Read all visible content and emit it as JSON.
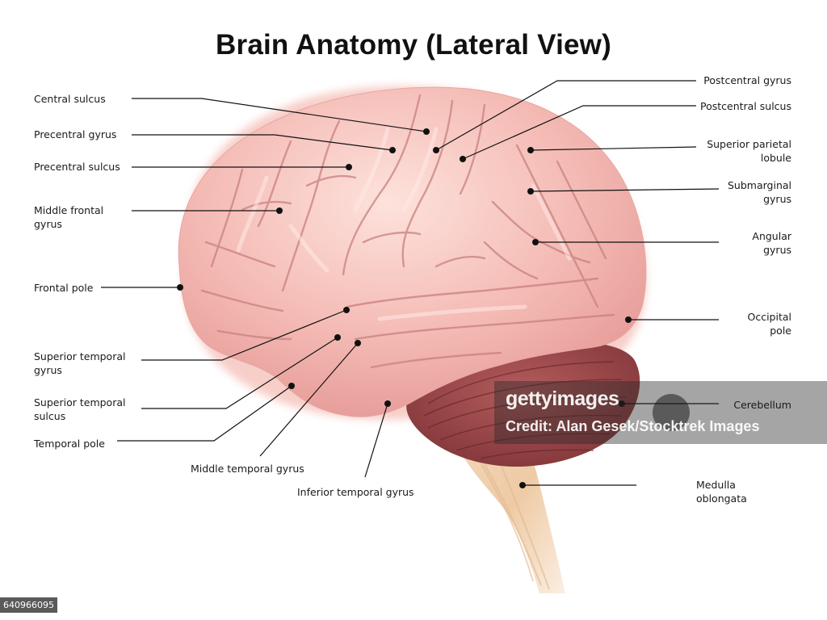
{
  "title": "Brain Anatomy (Lateral View)",
  "labels": {
    "central_sulcus": "Central sulcus",
    "precentral_gyrus": "Precentral gyrus",
    "precentral_sulcus": "Precentral sulcus",
    "middle_frontal_gyrus": "Middle frontal\ngyrus",
    "frontal_pole": "Frontal pole",
    "superior_temporal_gyrus": "Superior temporal\ngyrus",
    "superior_temporal_sulcus": "Superior temporal\nsulcus",
    "temporal_pole": "Temporal pole",
    "middle_temporal_gyrus": "Middle temporal gyrus",
    "inferior_temporal_gyrus": "Inferior temporal gyrus",
    "postcentral_gyrus": "Postcentral gyrus",
    "postcentral_sulcus": "Postcentral sulcus",
    "superior_parietal_lobule": "Superior parietal\nlobule",
    "submarginal_gyrus": "Submarginal\ngyrus",
    "angular_gyrus": "Angular\ngyrus",
    "occipital_pole": "Occipital\npole",
    "cerebellum": "Cerebellum",
    "medulla_oblongata": "Medulla\noblongata"
  },
  "watermark": {
    "brand": "gettyimages",
    "credit": "Credit: Alan Gesek/Stocktrek Images"
  },
  "image_id": "640966095",
  "colors": {
    "brain": "#f2b0ac",
    "brain_light": "#fbd9d4",
    "brain_dark": "#c97b7a",
    "cerebellum": "#9c4a4c",
    "brainstem": "#f0d2b2",
    "leader": "#111111"
  }
}
